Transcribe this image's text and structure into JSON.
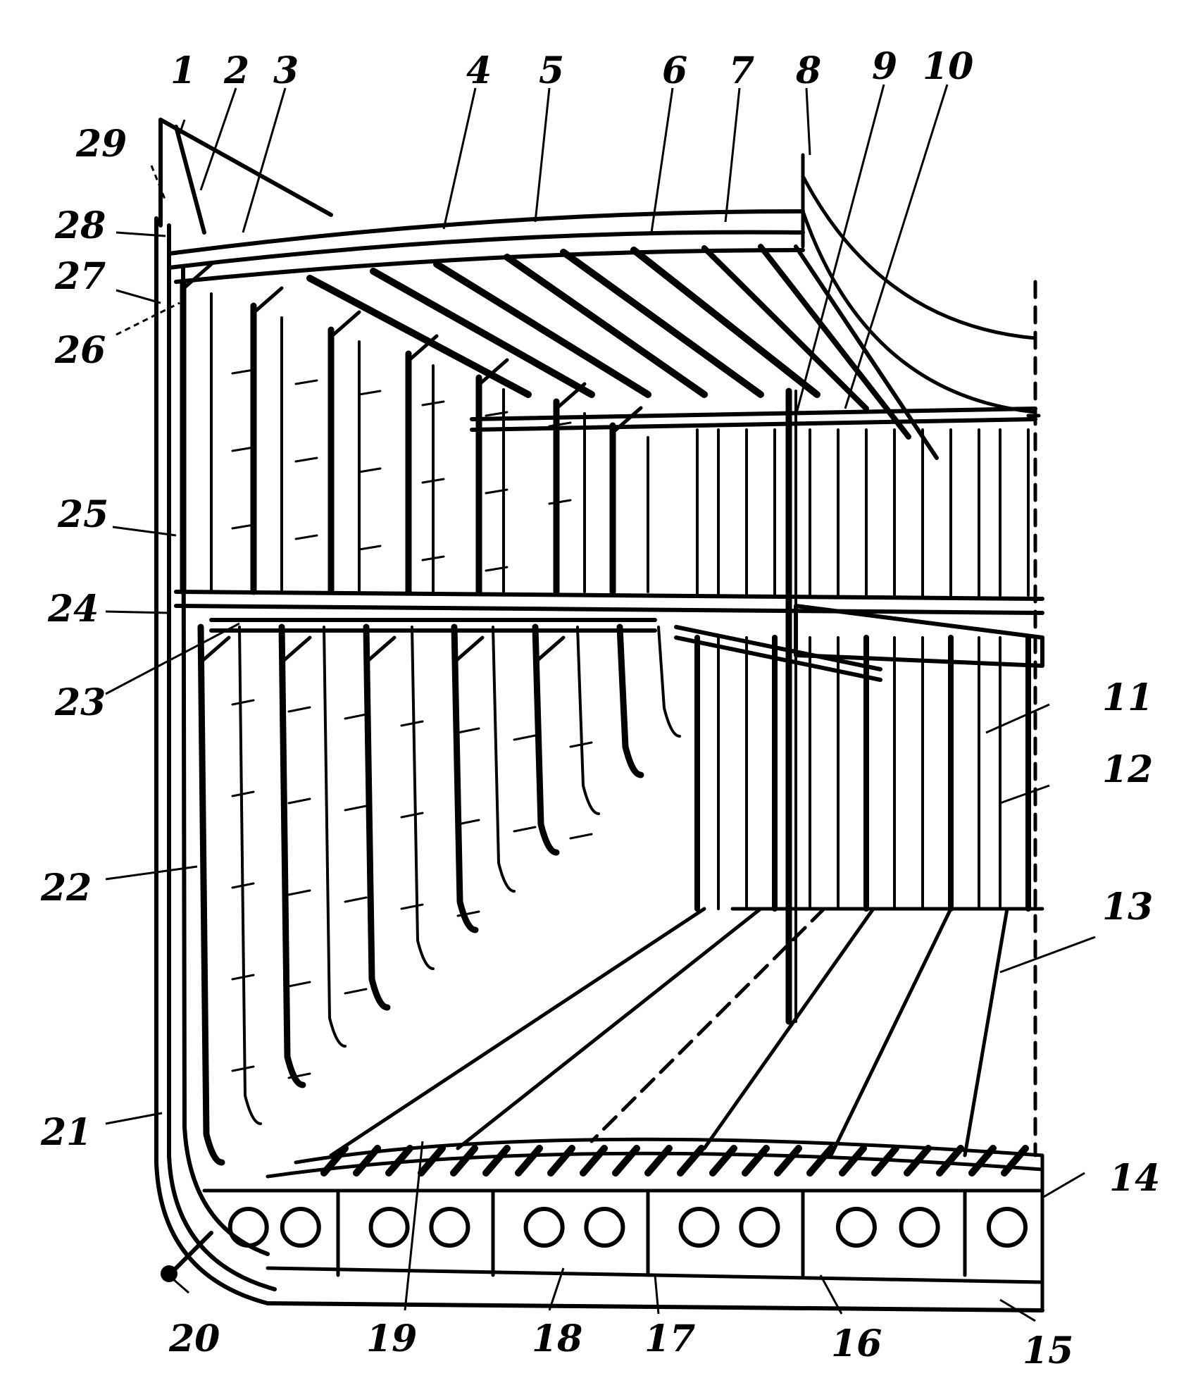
{
  "figure": {
    "type": "ship hull section cutaway",
    "callouts": [
      {
        "id": "c1",
        "label": "1"
      },
      {
        "id": "c2",
        "label": "2"
      },
      {
        "id": "c3",
        "label": "3"
      },
      {
        "id": "c4",
        "label": "4"
      },
      {
        "id": "c5",
        "label": "5"
      },
      {
        "id": "c6",
        "label": "6"
      },
      {
        "id": "c7",
        "label": "7"
      },
      {
        "id": "c8",
        "label": "8"
      },
      {
        "id": "c9",
        "label": "9"
      },
      {
        "id": "c10",
        "label": "10"
      },
      {
        "id": "c11",
        "label": "11"
      },
      {
        "id": "c12",
        "label": "12"
      },
      {
        "id": "c13",
        "label": "13"
      },
      {
        "id": "c14",
        "label": "14"
      },
      {
        "id": "c15",
        "label": "15"
      },
      {
        "id": "c16",
        "label": "16"
      },
      {
        "id": "c17",
        "label": "17"
      },
      {
        "id": "c18",
        "label": "18"
      },
      {
        "id": "c19",
        "label": "19"
      },
      {
        "id": "c20",
        "label": "20"
      },
      {
        "id": "c21",
        "label": "21"
      },
      {
        "id": "c22",
        "label": "22"
      },
      {
        "id": "c23",
        "label": "23"
      },
      {
        "id": "c24",
        "label": "24"
      },
      {
        "id": "c25",
        "label": "25"
      },
      {
        "id": "c26",
        "label": "26"
      },
      {
        "id": "c27",
        "label": "27"
      },
      {
        "id": "c28",
        "label": "28"
      },
      {
        "id": "c29",
        "label": "29"
      }
    ]
  }
}
